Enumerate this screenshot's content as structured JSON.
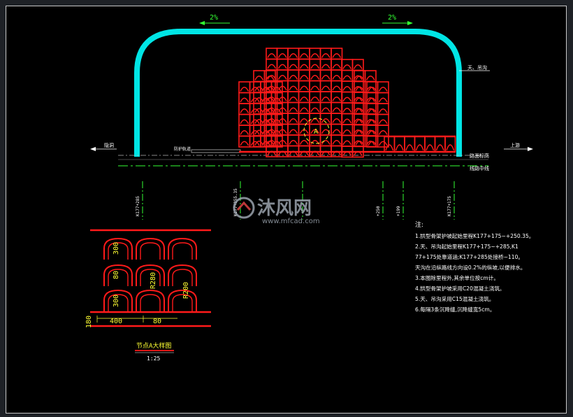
{
  "drawing": {
    "slope_left": "2%",
    "slope_right": "2%",
    "label_roof": "天、吊沟",
    "label_left_dir": "隐洞",
    "label_right_dir": "上游",
    "label_road": "路面标高",
    "label_centerline": "线路中线",
    "label_rail": "防护轨道",
    "label_node": "A",
    "stations": [
      "K177+285",
      "K177+255.35",
      "+250",
      "+199",
      "K177+175"
    ]
  },
  "watermark": {
    "brand": "沐风网",
    "url": "www.mfcad.com"
  },
  "detail": {
    "dims": [
      "300",
      "80",
      "300",
      "R280",
      "R200",
      "400",
      "80",
      "180"
    ],
    "title": "节点A大样图",
    "scale": "1:25"
  },
  "notes": {
    "heading": "注:",
    "lines": [
      "1.拱型骨架护坡起始里程K177+175~+250.35。",
      "2.天、吊沟起始里程K177+175~+285,K1",
      "77+175处靠道涵;K177+285处接桥~110。",
      "天沟在沿纵路线方向设0.2%的纵坡,以便排水。",
      "3.本图除里程外,其余单位按cm计。",
      "4.拱型骨架护坡采用C20混凝土浇筑。",
      "5.天、吊沟采用C15混凝土浇筑。",
      "6.每隔3条沉降缝,沉降缝宽5cm。"
    ]
  },
  "colors": {
    "background": "#000000",
    "drain": "#00e5e5",
    "frame": "#ff1a1a",
    "centerline": "#33ff33",
    "node": "#ffff33",
    "text": "#ffffff"
  }
}
